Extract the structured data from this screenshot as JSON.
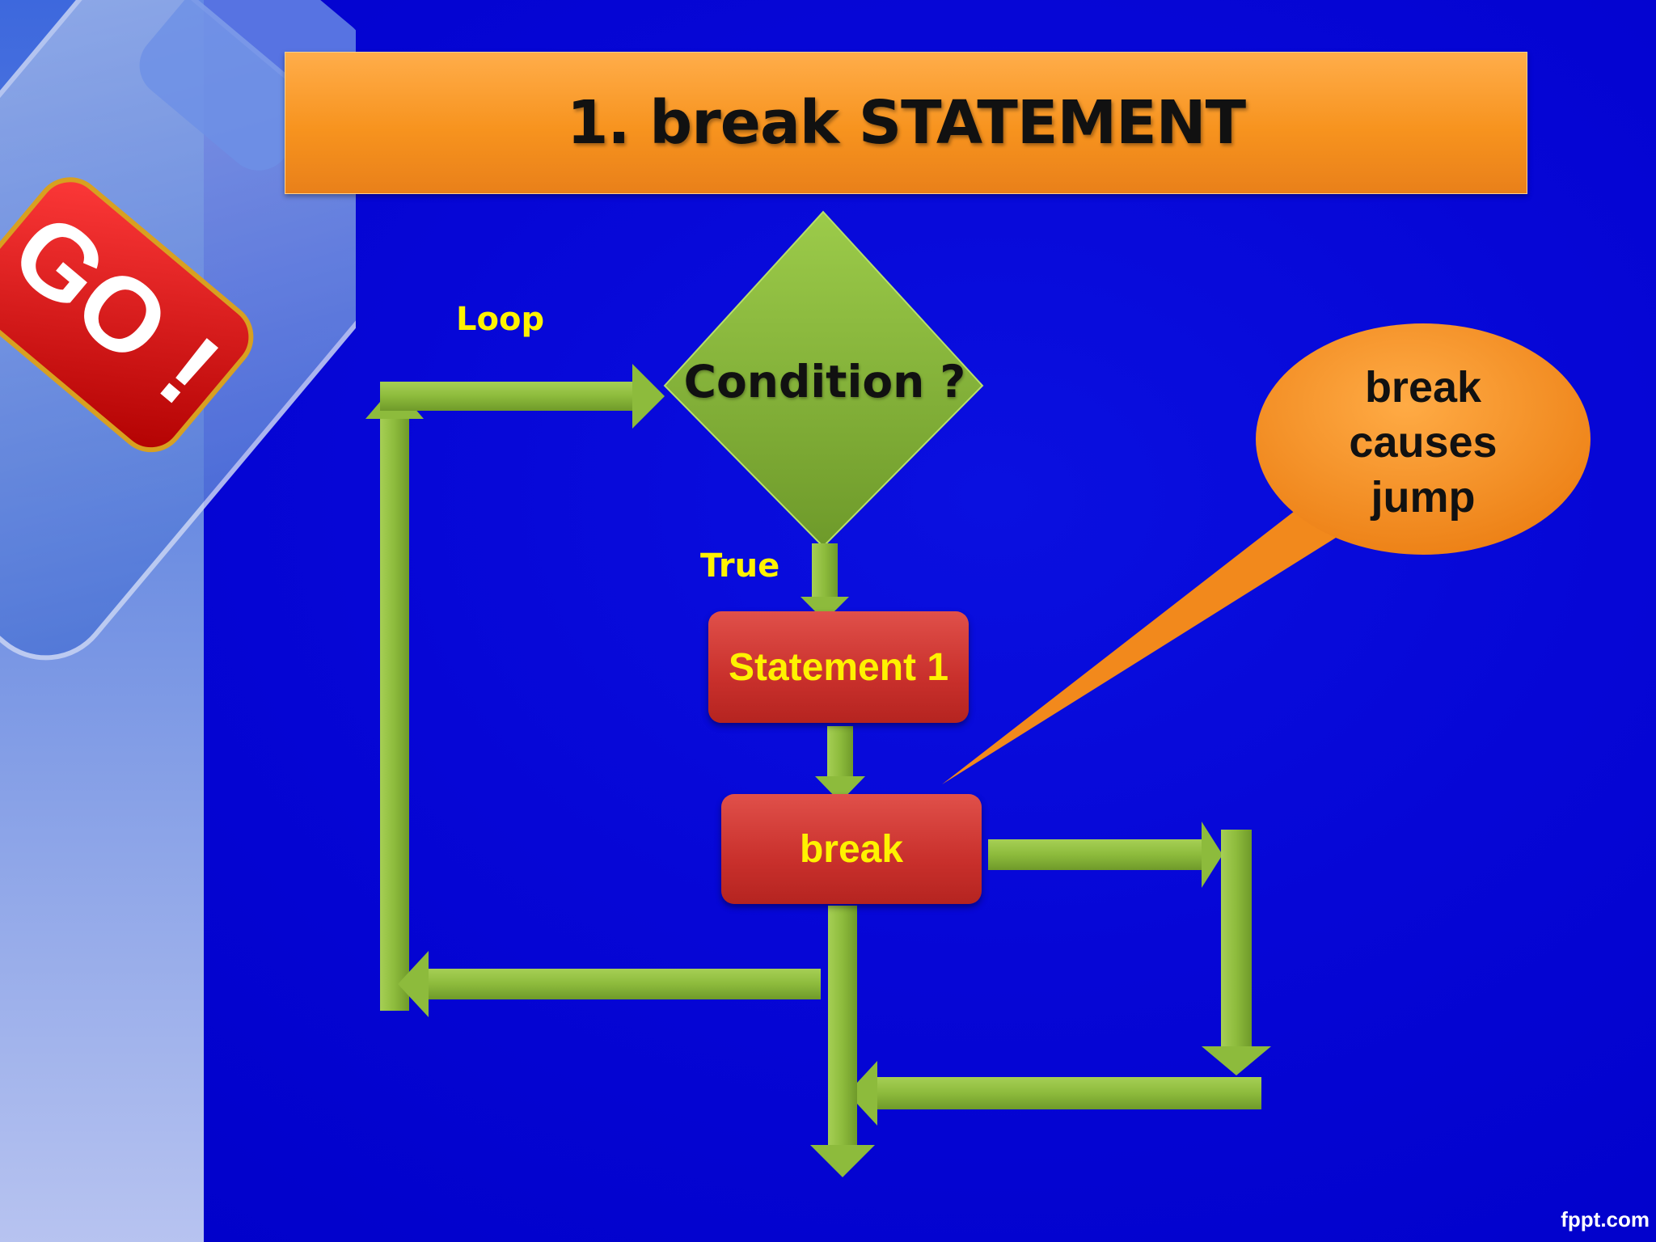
{
  "slide": {
    "title": "1. break STATEMENT",
    "footer_brand": "fppt.com"
  },
  "decoration": {
    "key_label": "GO !"
  },
  "flowchart": {
    "loop_label": "Loop",
    "true_label": "True",
    "condition": "Condition ?",
    "statement1": "Statement 1",
    "break_box": "break"
  },
  "callout": {
    "lines": [
      "break",
      "causes",
      "jump"
    ]
  },
  "colors": {
    "background": "#0000c8",
    "title_fill": "#f7931e",
    "arrow_green": "#8dbb3c",
    "box_red": "#c9302c",
    "label_yellow": "#fff200",
    "callout_orange": "#f7931e"
  }
}
